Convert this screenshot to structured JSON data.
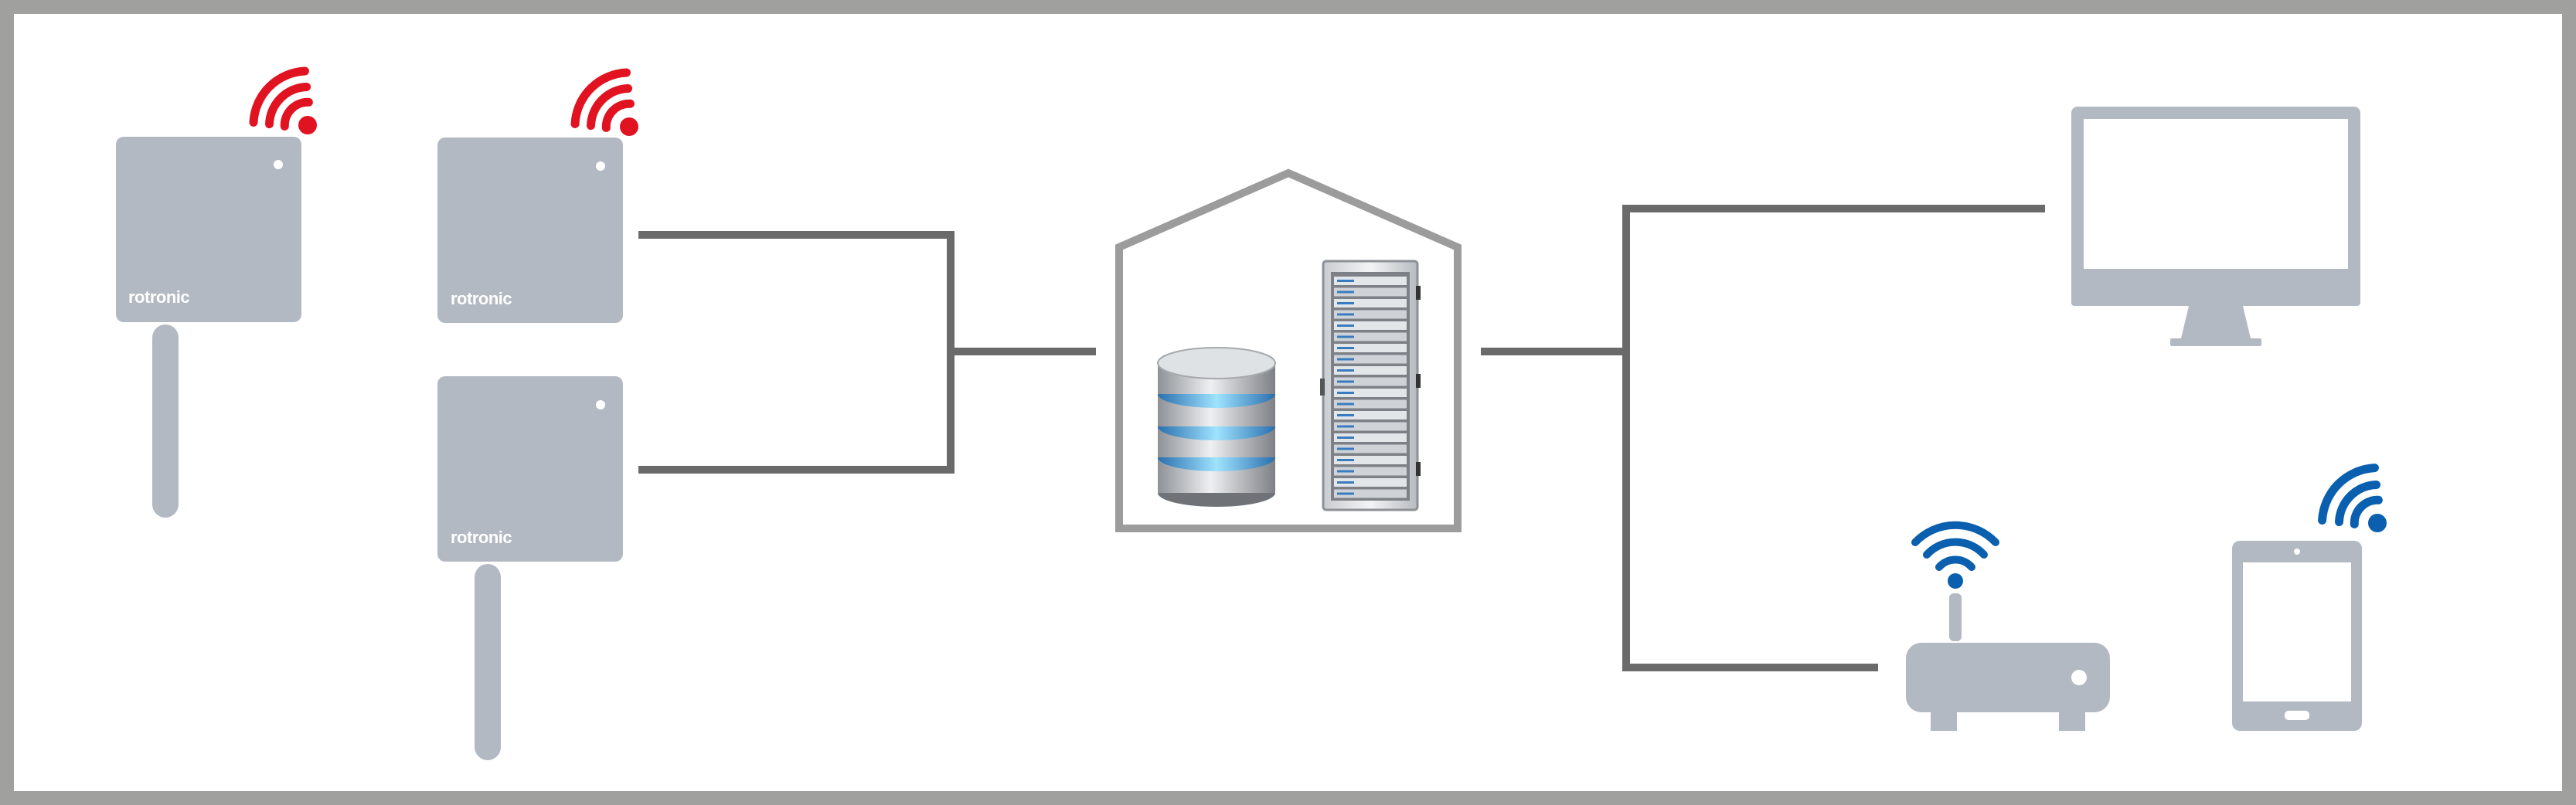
{
  "diagram": {
    "frame_color": "#a0a09e",
    "device_color": "#b3b9c3",
    "connector_color": "#6a6a6a",
    "house_color": "#9c9c9c",
    "sensor_signal_color": "#e11321",
    "client_signal_color": "#0a5fae",
    "sensors": [
      {
        "name": "sensor-1",
        "brand": "rotronic",
        "has_probe": true,
        "icon": "wifi-signal-icon"
      },
      {
        "name": "sensor-2",
        "brand": "rotronic",
        "has_probe": false,
        "icon": "wifi-signal-icon"
      },
      {
        "name": "sensor-3",
        "brand": "rotronic",
        "has_probe": true,
        "icon": ""
      }
    ],
    "data_center": {
      "icons": [
        "database-icon",
        "server-rack-icon"
      ]
    },
    "clients": [
      {
        "name": "desktop-monitor",
        "icon": "monitor-icon"
      },
      {
        "name": "wifi-router",
        "icon": "router-icon"
      },
      {
        "name": "tablet",
        "icon": "tablet-icon"
      }
    ]
  }
}
